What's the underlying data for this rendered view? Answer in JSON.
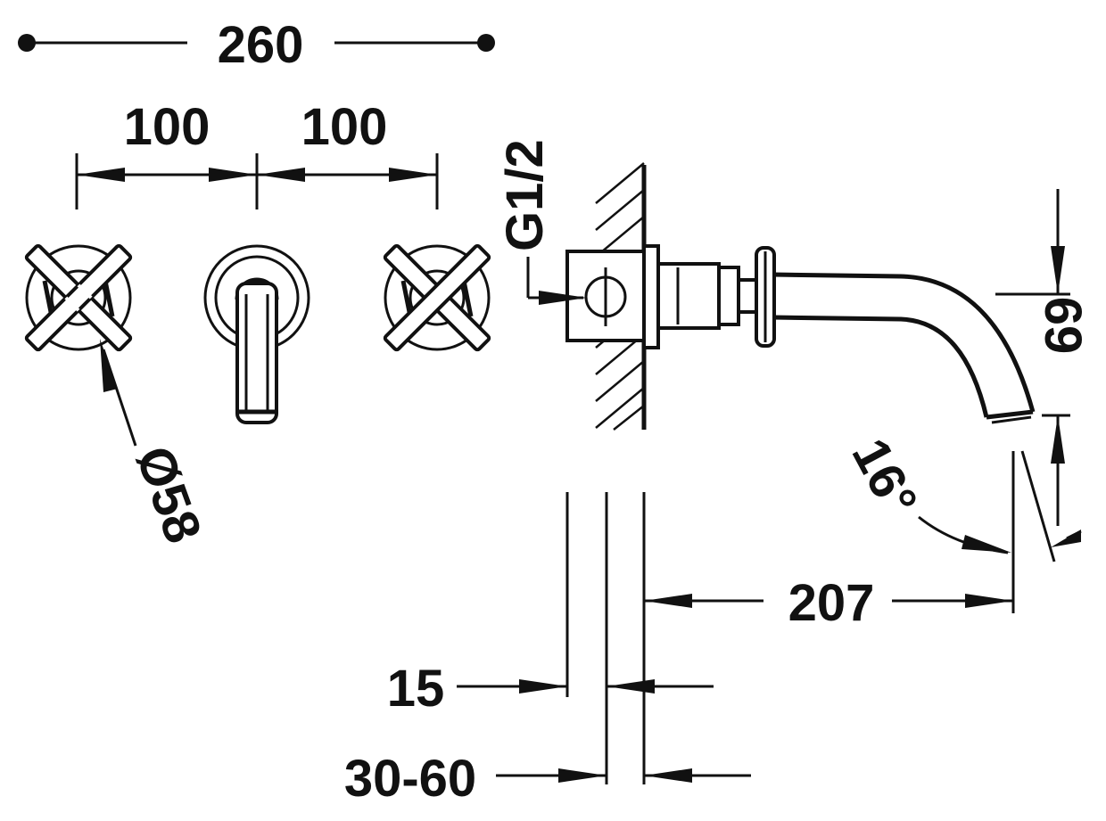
{
  "dimensions": {
    "overall_width": "260",
    "spacing_left": "100",
    "spacing_right": "100",
    "thread": "G1/2",
    "handle_diameter": "Ø58",
    "spout_height": "69",
    "spout_angle": "16°",
    "spout_projection": "207",
    "plate_thickness": "15",
    "wall_depth": "30-60"
  }
}
